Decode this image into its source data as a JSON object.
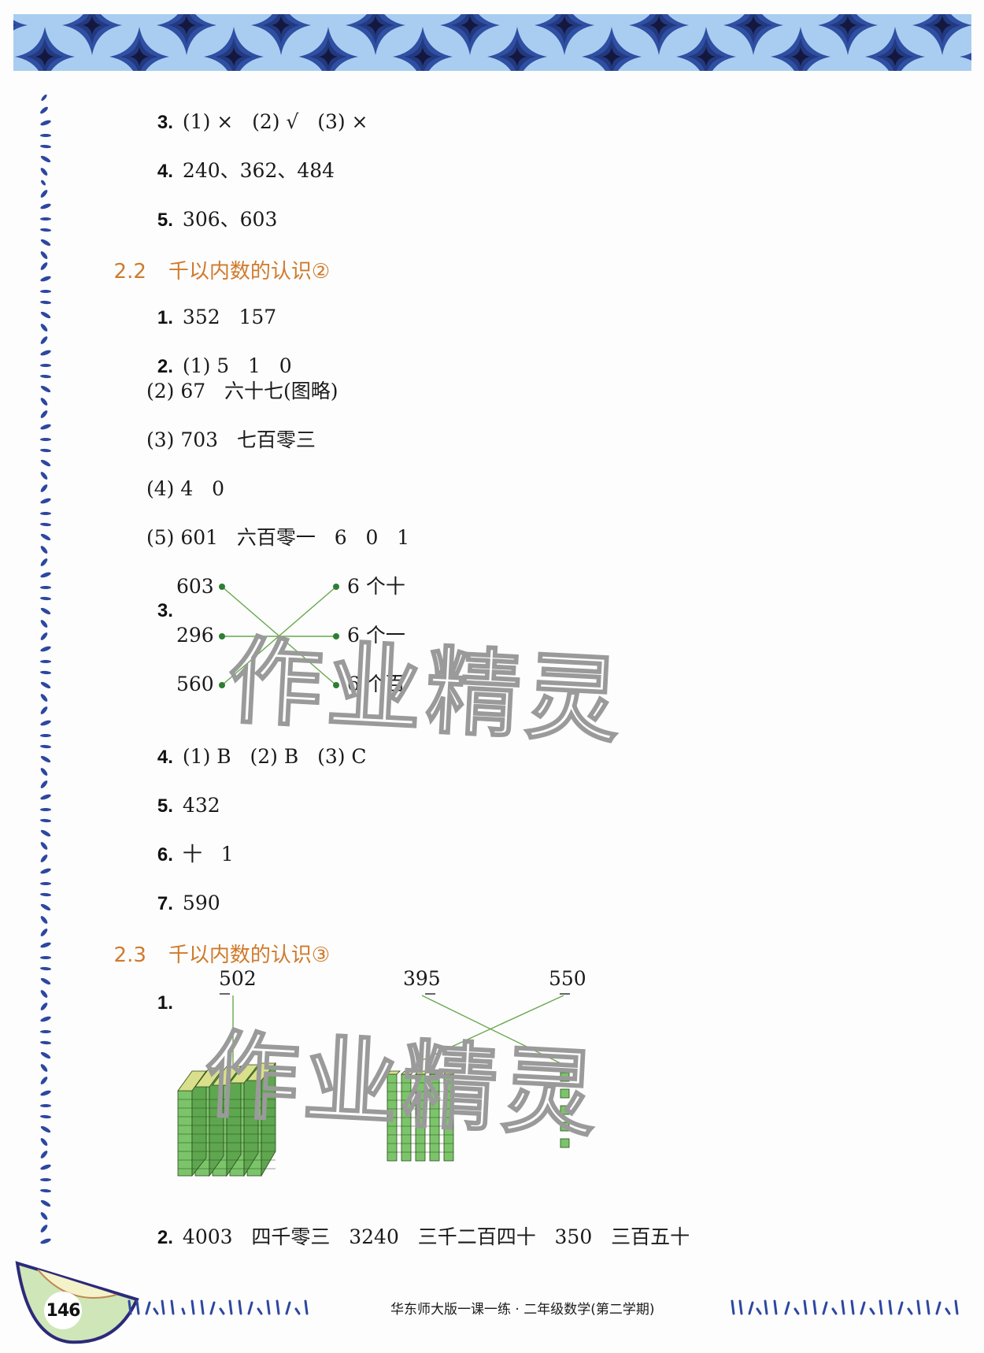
{
  "colors": {
    "banner_bg": "#a9cdf0",
    "banner_star": "#2f4fa3",
    "banner_star_dark": "#14183f",
    "section_heading": "#d07a2c",
    "match_line": "#6aa84f",
    "match_dot": "#2e7d32",
    "cube_green": "#7bc46a",
    "border_blue": "#2c47a0"
  },
  "top_answers": {
    "q3": {
      "num": "3.",
      "text": "(1) ×   (2) √   (3) ×"
    },
    "q4": {
      "num": "4.",
      "text": "240、362、484"
    },
    "q5": {
      "num": "5.",
      "text": "306、603"
    }
  },
  "section_2_2": {
    "number": "2.2",
    "title": "千以内数的认识②",
    "q1": {
      "num": "1.",
      "text": "352   157"
    },
    "q2": {
      "num": "2.",
      "parts": [
        "(1) 5   1   0",
        "(2) 67   六十七(图略)",
        "(3) 703   七百零三",
        "(4) 4   0",
        "(5) 601   六百零一   6   0   1"
      ]
    },
    "q3": {
      "num": "3.",
      "left": [
        "603",
        "296",
        "560"
      ],
      "right": [
        "6 个十",
        "6 个一",
        "6 个百"
      ],
      "connections": [
        [
          "603",
          "6 个百"
        ],
        [
          "296",
          "6 个一"
        ],
        [
          "560",
          "6 个十"
        ]
      ]
    },
    "q4": {
      "num": "4.",
      "text": "(1) B   (2) B   (3) C"
    },
    "q5": {
      "num": "5.",
      "text": "432"
    },
    "q6": {
      "num": "6.",
      "text": "十   1"
    },
    "q7": {
      "num": "7.",
      "text": "590"
    }
  },
  "section_2_3": {
    "number": "2.3",
    "title": "千以内数的认识③",
    "q1": {
      "num": "1.",
      "labels": [
        "502",
        "395",
        "550"
      ],
      "figures": [
        "5 hundreds blocks",
        "5 tens rods",
        "5 ones cubes"
      ],
      "connections": [
        [
          "502",
          "5 hundreds blocks"
        ],
        [
          "395",
          "5 ones cubes"
        ],
        [
          "550",
          "5 tens rods"
        ]
      ]
    },
    "q2": {
      "num": "2.",
      "text": "4003   四千零三   3240   三千二百四十   350   三百五十"
    }
  },
  "watermark": {
    "text": "作业精灵"
  },
  "footer": {
    "page_number": "146",
    "book_title": "华东师大版一课一练 · 二年级数学(第二学期)"
  }
}
